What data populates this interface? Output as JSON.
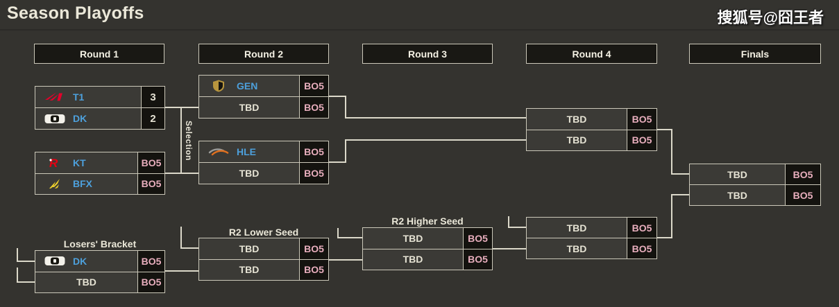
{
  "header": {
    "title": "Season Playoffs",
    "watermark": "搜狐号@囧王者"
  },
  "rounds": [
    "Round 1",
    "Round 2",
    "Round 3",
    "Round 4",
    "Finals"
  ],
  "labels": {
    "selection": "Selection",
    "losers_bracket": "Losers' Bracket",
    "r2_lower_seed": "R2 Lower Seed",
    "r2_higher_seed": "R2 Higher Seed"
  },
  "matches": {
    "r1_top": {
      "rows": [
        {
          "team": "T1",
          "score": "3"
        },
        {
          "team": "DK",
          "score": "2"
        }
      ]
    },
    "r1_bottom": {
      "rows": [
        {
          "team": "KT",
          "score": "BO5"
        },
        {
          "team": "BFX",
          "score": "BO5"
        }
      ]
    },
    "r2_gen": {
      "rows": [
        {
          "team": "GEN",
          "score": "BO5"
        },
        {
          "team": "TBD",
          "score": "BO5"
        }
      ]
    },
    "r2_hle": {
      "rows": [
        {
          "team": "HLE",
          "score": "BO5"
        },
        {
          "team": "TBD",
          "score": "BO5"
        }
      ]
    },
    "r4_upper": {
      "rows": [
        {
          "team": "TBD",
          "score": "BO5"
        },
        {
          "team": "TBD",
          "score": "BO5"
        }
      ]
    },
    "r4_lower": {
      "rows": [
        {
          "team": "TBD",
          "score": "BO5"
        },
        {
          "team": "TBD",
          "score": "BO5"
        }
      ]
    },
    "losers": {
      "rows": [
        {
          "team": "DK",
          "score": "BO5"
        },
        {
          "team": "TBD",
          "score": "BO5"
        }
      ]
    },
    "r2_lower_seed": {
      "rows": [
        {
          "team": "TBD",
          "score": "BO5"
        },
        {
          "team": "TBD",
          "score": "BO5"
        }
      ]
    },
    "r2_higher_seed": {
      "rows": [
        {
          "team": "TBD",
          "score": "BO5"
        },
        {
          "team": "TBD",
          "score": "BO5"
        }
      ]
    },
    "finals": {
      "rows": [
        {
          "team": "TBD",
          "score": "BO5"
        },
        {
          "team": "TBD",
          "score": "BO5"
        }
      ]
    }
  },
  "icons": [
    "t1-logo",
    "dk-logo",
    "kt-logo",
    "bfx-logo",
    "gen-logo",
    "hle-logo"
  ],
  "colors": {
    "background": "#34332f",
    "row_background": "#3b3a36",
    "score_cell_background": "#14130f",
    "border": "#ccc9ba",
    "connector": "#dcd9ca",
    "team_name": "#4da0dc",
    "bo5_text": "#e8aebd",
    "t1_red": "#e4012b",
    "kt_red": "#e60012",
    "bfx_yellow": "#f0d22c",
    "gen_gold": "#b8963e",
    "hle_orange": "#e0701f"
  }
}
